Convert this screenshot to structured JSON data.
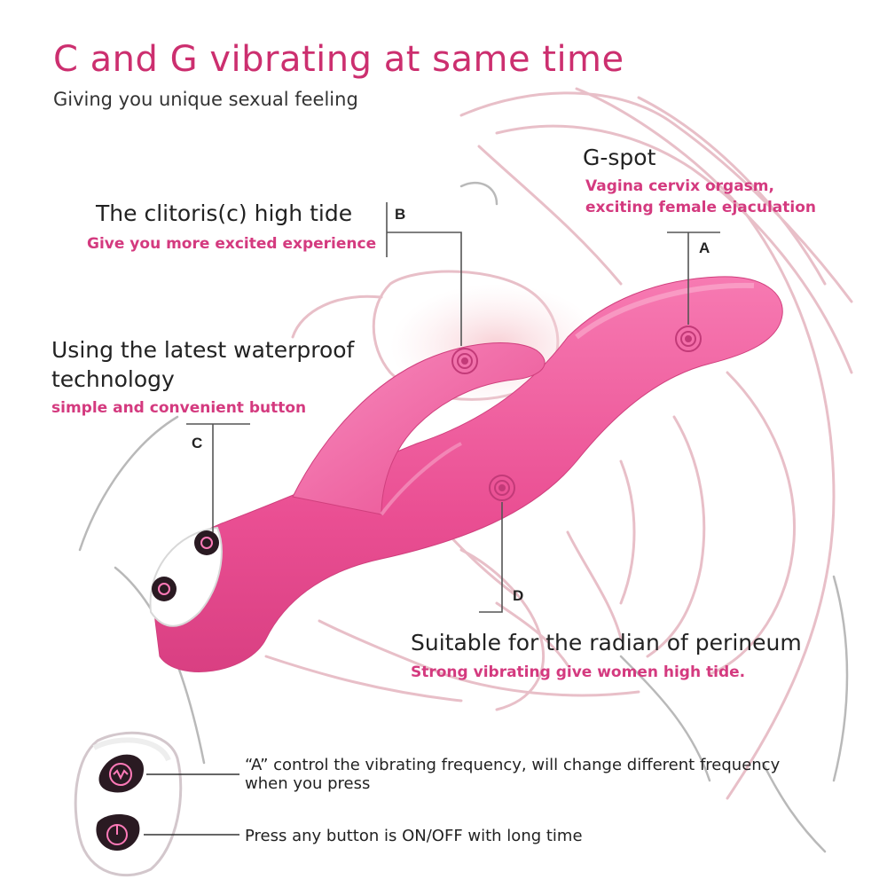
{
  "title": "C and G vibrating at same time",
  "subtitle": "Giving you unique sexual feeling",
  "callouts": {
    "a": {
      "letter": "A",
      "heading": "G-spot",
      "desc_line1": "Vagina cervix orgasm,",
      "desc_line2": "exciting female ejaculation"
    },
    "b": {
      "letter": "B",
      "heading": "The clitoris(c) high tide",
      "desc": "Give you more excited experience"
    },
    "c": {
      "letter": "C",
      "heading_line1": "Using the latest waterproof",
      "heading_line2": "technology",
      "desc": "simple and convenient button"
    },
    "d": {
      "letter": "D",
      "heading": "Suitable for the radian of perineum",
      "desc": "Strong vibrating give women  high tide."
    }
  },
  "legend": {
    "mode_button": {
      "line1": "“A”   control the vibrating frequency, will change different frequency",
      "line2": "when you press"
    },
    "power_button": {
      "text": "Press any button is ON/OFF with long time"
    }
  },
  "colors": {
    "accent_pink": "#d43a7f",
    "title_pink": "#cc2f6f",
    "product_pink": "#f0609e",
    "anatomy_line": "#e8b9c4"
  }
}
